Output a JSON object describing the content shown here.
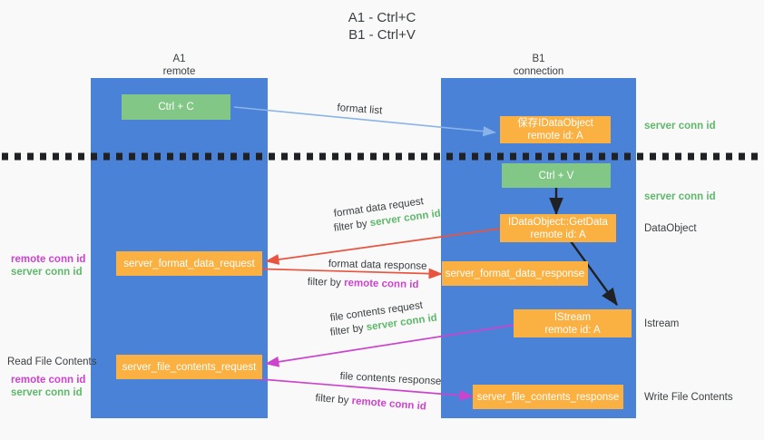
{
  "title": {
    "line1": "A1 - Ctrl+C",
    "line2": "B1 - Ctrl+V"
  },
  "colors": {
    "lane": "#4a82d8",
    "green_box": "#82c785",
    "orange_box": "#fbb042",
    "server_conn_id": "#5fb86b",
    "remote_conn_id": "#cc44cc",
    "background": "#f9f9f9",
    "text": "#3c4043",
    "arrow_format_list": "#8ab4e8",
    "arrow_format_data": "#e8543f",
    "arrow_file_contents": "#cc44cc",
    "arrow_internal": "#202124",
    "separator": "#202124"
  },
  "lanes": [
    {
      "id": "a1",
      "title": "A1",
      "subtitle": "remote"
    },
    {
      "id": "b1",
      "title": "B1",
      "subtitle": "connection"
    }
  ],
  "nodes": {
    "ctrl_c": {
      "line1": "Ctrl + C",
      "line2": ""
    },
    "save_dataobject": {
      "line1": "保存IDataObject",
      "line2": "remote id: A"
    },
    "ctrl_v": {
      "line1": "Ctrl + V",
      "line2": ""
    },
    "getdata": {
      "line1": "IDataObject::GetData",
      "line2": "remote id: A"
    },
    "istream": {
      "line1": "IStream",
      "line2": "remote id: A"
    },
    "fmt_req": {
      "line1": "server_format_data_request",
      "line2": ""
    },
    "fmt_resp": {
      "line1": "server_format_data_response",
      "line2": ""
    },
    "file_req": {
      "line1": "server_file_contents_request",
      "line2": ""
    },
    "file_resp": {
      "line1": "server_file_contents_response",
      "line2": ""
    }
  },
  "right_labels": {
    "server_conn_id_top": "server conn id",
    "server_conn_id_mid": "server conn id",
    "dataobject": "DataObject",
    "istream": "Istream",
    "write_file_contents": "Write File Contents"
  },
  "left_labels": {
    "remote_conn_id_1": "remote conn id",
    "server_conn_id_1": "server conn id",
    "read_file_contents": "Read File Contents",
    "remote_conn_id_2": "remote conn id",
    "server_conn_id_2": "server conn id"
  },
  "edge_labels": {
    "format_list": "format list",
    "format_data_request": "format data request",
    "format_data_request_filter_prefix": "filter by ",
    "format_data_request_filter_value": "server conn id",
    "format_data_response": "format data response",
    "format_data_response_filter_prefix": "filter by ",
    "format_data_response_filter_value": "remote conn id",
    "file_contents_request": "file contents request",
    "file_contents_request_filter_prefix": "filter by ",
    "file_contents_request_filter_value": "server conn id",
    "file_contents_response": "file contents response",
    "file_contents_response_filter_prefix": "filter by ",
    "file_contents_response_filter_value": "remote conn id"
  }
}
